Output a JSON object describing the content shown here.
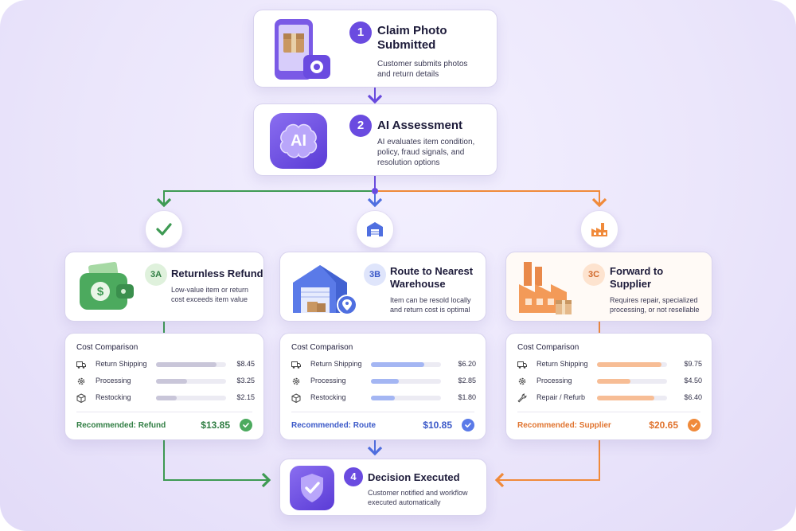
{
  "colors": {
    "purple": "#6a4be0",
    "green": "#3e9a53",
    "blue": "#4f6fe0",
    "orange": "#f08a3a"
  },
  "steps": {
    "s1": {
      "number": "1",
      "title_line1": "Claim Photo",
      "title_line2": "Submitted",
      "desc_line1": "Customer submits photos",
      "desc_line2": "and return details",
      "icon": "phone-package-camera-icon"
    },
    "s2": {
      "number": "2",
      "title": "AI Assessment",
      "icon_text": "AI",
      "desc_line1": "AI evaluates item condition,",
      "desc_line2": "policy, fraud signals, and",
      "desc_line3": "resolution options",
      "icon": "ai-brain-icon"
    },
    "s4": {
      "number": "4",
      "title": "Decision Executed",
      "desc_line1": "Customer notified and workflow",
      "desc_line2": "executed automatically",
      "icon": "shield-check-icon"
    }
  },
  "branches": {
    "a": {
      "badge": "3A",
      "title_line1": "Returnless Refund",
      "title_line2": "",
      "desc_line1": "Low-value item or return",
      "desc_line2": "cost exceeds item value",
      "node_icon": "check-icon",
      "icon": "wallet-money-icon",
      "cost_title": "Cost Comparison",
      "rows": [
        {
          "label": "Return Shipping",
          "value": "$8.45",
          "icon": "truck-icon"
        },
        {
          "label": "Processing",
          "value": "$3.25",
          "icon": "gear-icon"
        },
        {
          "label": "Restocking",
          "value": "$2.15",
          "icon": "box-icon"
        }
      ],
      "recommended": "Recommended: Refund",
      "total": "$13.85"
    },
    "b": {
      "badge": "3B",
      "title_line1": "Route to Nearest",
      "title_line2": "Warehouse",
      "desc_line1": "Item can be resold locally",
      "desc_line2": "and return cost is optimal",
      "node_icon": "warehouse-icon",
      "icon": "warehouse-location-icon",
      "cost_title": "Cost Comparison",
      "rows": [
        {
          "label": "Return Shipping",
          "value": "$6.20",
          "icon": "truck-icon"
        },
        {
          "label": "Processing",
          "value": "$2.85",
          "icon": "gear-icon"
        },
        {
          "label": "Restocking",
          "value": "$1.80",
          "icon": "box-icon"
        }
      ],
      "recommended": "Recommended: Route",
      "total": "$10.85"
    },
    "c": {
      "badge": "3C",
      "title_line1": "Forward to",
      "title_line2": "Supplier",
      "desc_line1": "Requires repair, specialized",
      "desc_line2": "processing, or not resellable",
      "node_icon": "factory-icon",
      "icon": "factory-box-icon",
      "cost_title": "Cost Comparison",
      "rows": [
        {
          "label": "Return Shipping",
          "value": "$9.75",
          "icon": "truck-icon"
        },
        {
          "label": "Processing",
          "value": "$4.50",
          "icon": "gear-icon"
        },
        {
          "label": "Repair / Refurb",
          "value": "$6.40",
          "icon": "wrench-icon"
        }
      ],
      "recommended": "Recommended: Supplier",
      "total": "$20.65"
    }
  }
}
